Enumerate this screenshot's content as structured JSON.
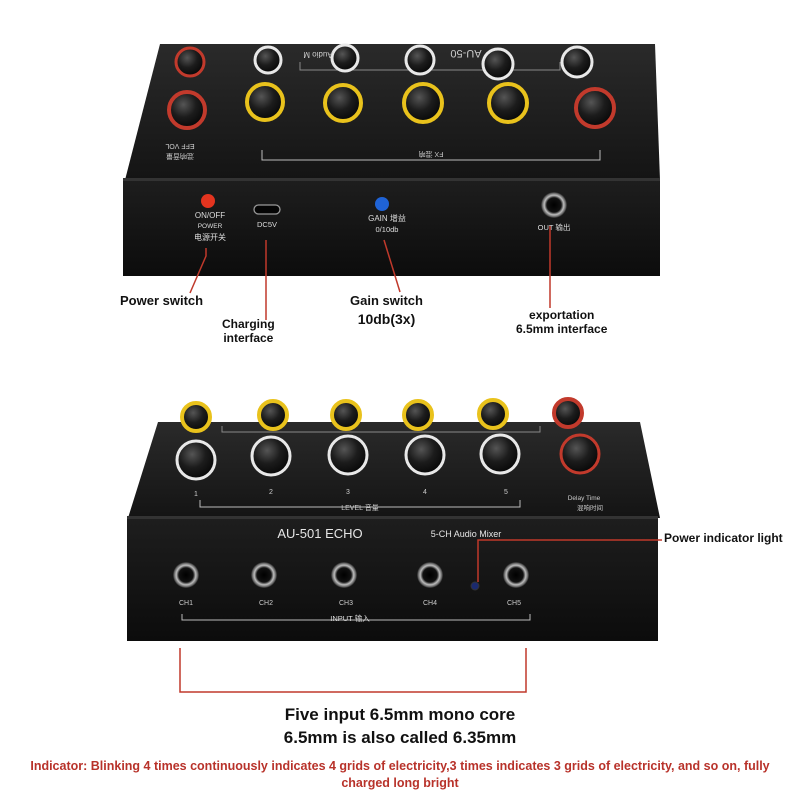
{
  "top_panel": {
    "power_label": "ON/OFF",
    "power_sub": "POWER",
    "power_cn": "电源开关",
    "dc_label": "DC5V",
    "gain_label": "GAIN 增益",
    "gain_sub": "0/10db",
    "out_label": "OUT 输出",
    "fx_label": "FX 混响",
    "eff_vol_label": "EFF VOL",
    "eff_cn": "混响音量",
    "model_rear": "AU-50",
    "audio_rear": "Audio M"
  },
  "bottom_panel": {
    "model": "AU-501 ECHO",
    "mixer_label": "5-CH Audio Mixer",
    "channels": [
      "CH1",
      "CH2",
      "CH3",
      "CH4",
      "CH5"
    ],
    "knob_numbers": [
      "1",
      "2",
      "3",
      "4",
      "5"
    ],
    "input_label": "INPUT 输入",
    "level_label": "LEVEL 音量",
    "delay_label": "Delay Time",
    "delay_cn": "混响时间"
  },
  "callouts": {
    "power_switch": "Power switch",
    "charging_1": "Charging",
    "charging_2": "interface",
    "gain_switch": "Gain switch",
    "gain_value": "10db(3x)",
    "exportation_1": "exportation",
    "exportation_2": "6.5mm interface",
    "power_indicator": "Power indicator light",
    "input_line1": "Five input 6.5mm mono core",
    "input_line2": "6.5mm is also called 6.35mm",
    "indicator_note": "Indicator: Blinking 4 times continuously indicates 4 grids of electricity,3 times indicates 3 grids of electricity, and so on, fully charged long bright"
  },
  "colors": {
    "callout_line": "#c0392b",
    "device_body": "#1a1a1a",
    "power_button": "#e3341f",
    "gain_button": "#1f63d6",
    "knob_ring_yellow": "#e9c21c",
    "knob_ring_red": "#c23a2c",
    "knob_ring_white": "#e8e8e8",
    "indicator_led": "#1b2a6e",
    "note_text": "#b8322a"
  }
}
